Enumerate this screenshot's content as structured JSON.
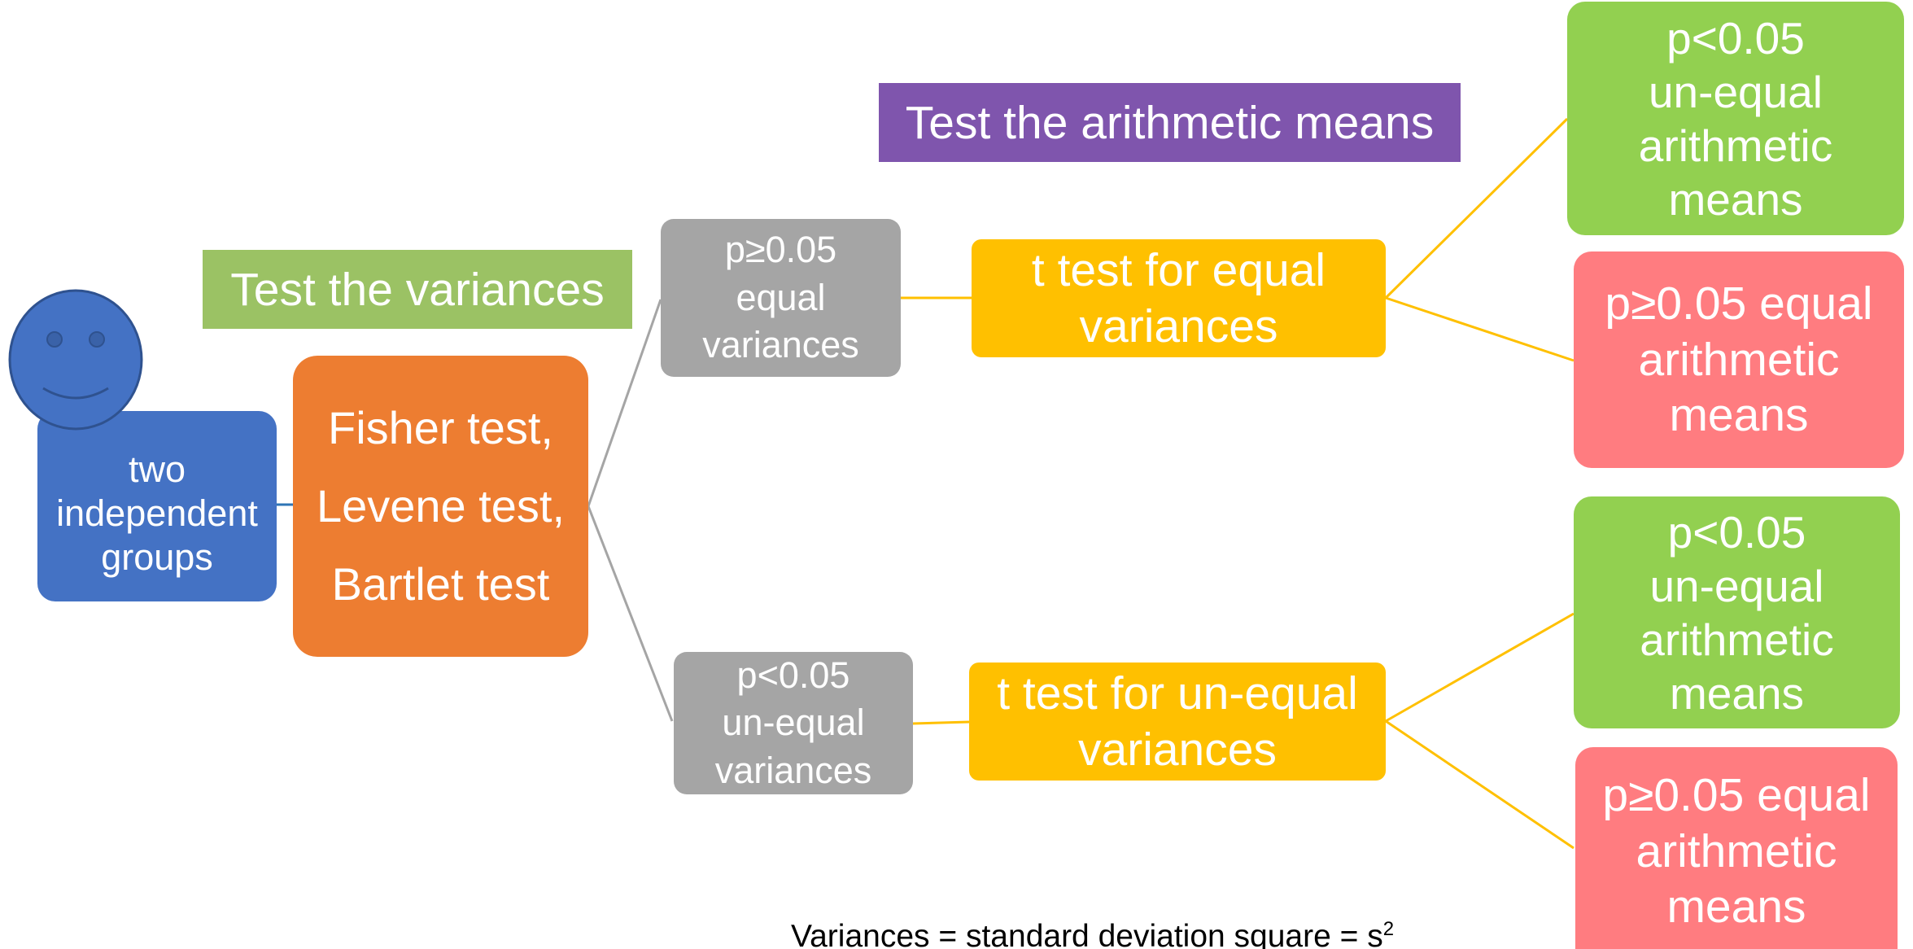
{
  "labels": {
    "test_variances": "Test the variances",
    "test_means": "Test the arithmetic means"
  },
  "nodes": {
    "groups": "two\nindependent\ngroups",
    "variance_tests": "Fisher test,\nLevene test,\nBartlet test",
    "equal_var_result": "p≥0.05\nequal\nvariances",
    "unequal_var_result": "p<0.05\nun-equal\nvariances",
    "t_test_equal": "t test for equal\nvariances",
    "t_test_unequal": "t test for un-equal\nvariances",
    "outcome_1": "p<0.05\nun-equal\narithmetic\nmeans",
    "outcome_2": "p≥0.05 equal\narithmetic\nmeans",
    "outcome_3": "p<0.05\nun-equal\narithmetic\nmeans",
    "outcome_4": "p≥0.05 equal\narithmetic\nmeans"
  },
  "footnote": {
    "text": "Variances = standard deviation square = s",
    "superscript": "2"
  },
  "icons": {
    "person": "smiley-face-icon"
  },
  "colors": {
    "blue": "#4472C4",
    "orange": "#ED7D31",
    "gray": "#A5A5A5",
    "yellow": "#FFC000",
    "green": "#92D050",
    "red": "#FF7C80",
    "purple": "#7F55AD",
    "light_green": "#9BC264"
  }
}
